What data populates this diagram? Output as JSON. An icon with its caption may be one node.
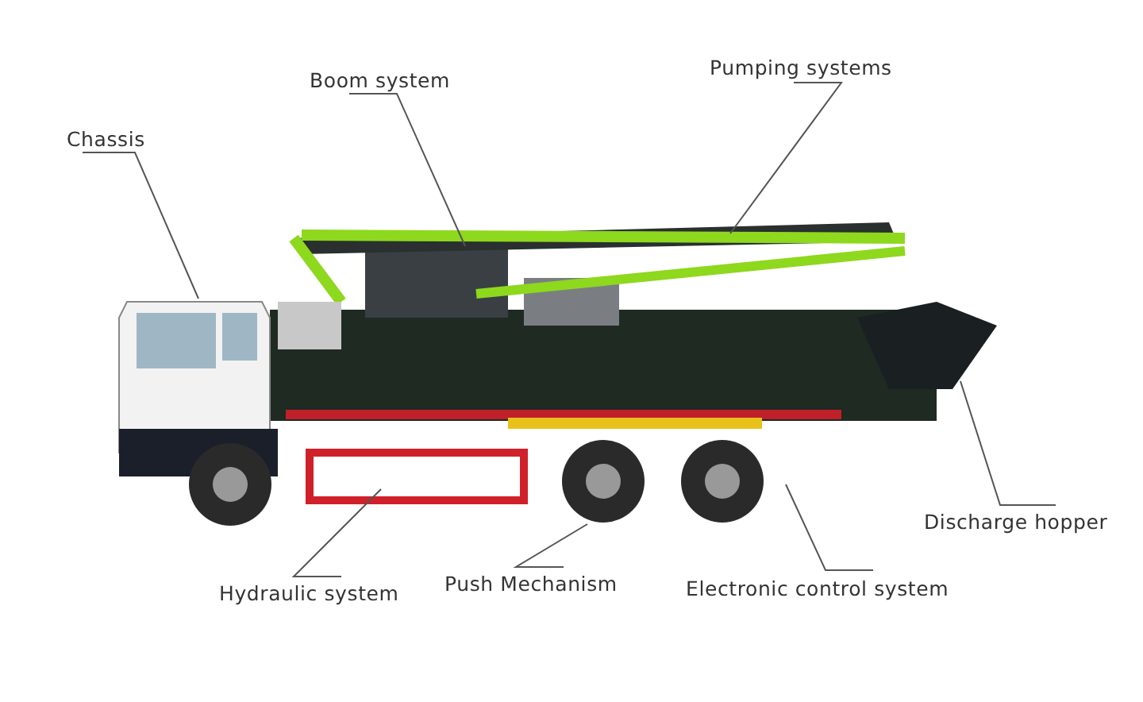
{
  "diagram": {
    "nodes": [
      {
        "text": [
          "Chassis"
        ]
      },
      {
        "text": [
          "Boom system"
        ]
      },
      {
        "text": [
          "Pumping systems"
        ]
      },
      {
        "text": [
          "Discharge hopper"
        ]
      },
      {
        "text": [
          "Hydraulic system"
        ]
      },
      {
        "text": [
          "Push Mechanism"
        ]
      },
      {
        "text": [
          "Electronic control system"
        ]
      }
    ],
    "edges": [
      {
        "from": 0,
        "to": null,
        "arrow": "none"
      },
      {
        "from": 1,
        "to": null,
        "arrow": "none"
      },
      {
        "from": 2,
        "to": null,
        "arrow": "none"
      },
      {
        "from": 3,
        "to": null,
        "arrow": "none"
      },
      {
        "from": 4,
        "to": null,
        "arrow": "none"
      },
      {
        "from": 5,
        "to": null,
        "arrow": "none"
      },
      {
        "from": 6,
        "to": null,
        "arrow": "none"
      }
    ]
  }
}
